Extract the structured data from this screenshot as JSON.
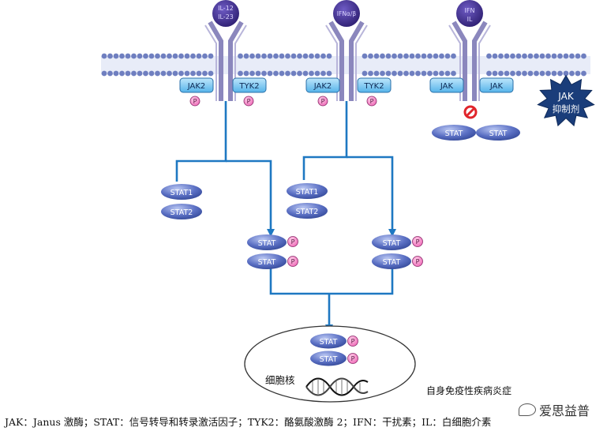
{
  "receptors": [
    {
      "ligand_line1": "IL-12",
      "ligand_line2": "IL-23",
      "kinase_left": "JAK2",
      "kinase_right": "TYK2"
    },
    {
      "ligand_line1": "IFNα/β",
      "ligand_line2": "",
      "kinase_left": "JAK2",
      "kinase_right": "TYK2"
    },
    {
      "ligand_line1": "IFN",
      "ligand_line2": "IL",
      "kinase_left": "JAK",
      "kinase_right": "JAK"
    }
  ],
  "phospho_label": "P",
  "inhibitor": {
    "line1": "JAK",
    "line2": "抑制剂"
  },
  "blocked_stat_left": "STAT",
  "blocked_stat_right": "STAT",
  "stat_pair_left": [
    "STAT1",
    "STAT2"
  ],
  "stat_pair_middle": [
    "STAT1",
    "STAT2"
  ],
  "stat_phospho_label": "STAT",
  "nucleus_label": "细胞核",
  "disease_label": "自身免疫性疾病炎症",
  "caption": "JAK：Janus 激酶；STAT：信号转导和转录激活因子；TYK2：酪氨酸激酶 2；IFN：干扰素；IL：白细胞介素",
  "watermark": "爱思益普",
  "colors": {
    "ligand": "#3d2a86",
    "receptor": "#8b87bd",
    "membrane": "#6f7fc0",
    "kinase": "#7ec8ef",
    "phospho": "#f27fc1",
    "stat": "#3b52a8",
    "arrow": "#1e78c2",
    "inhibitor": "#1a3d7a",
    "block": "#e0252b"
  }
}
